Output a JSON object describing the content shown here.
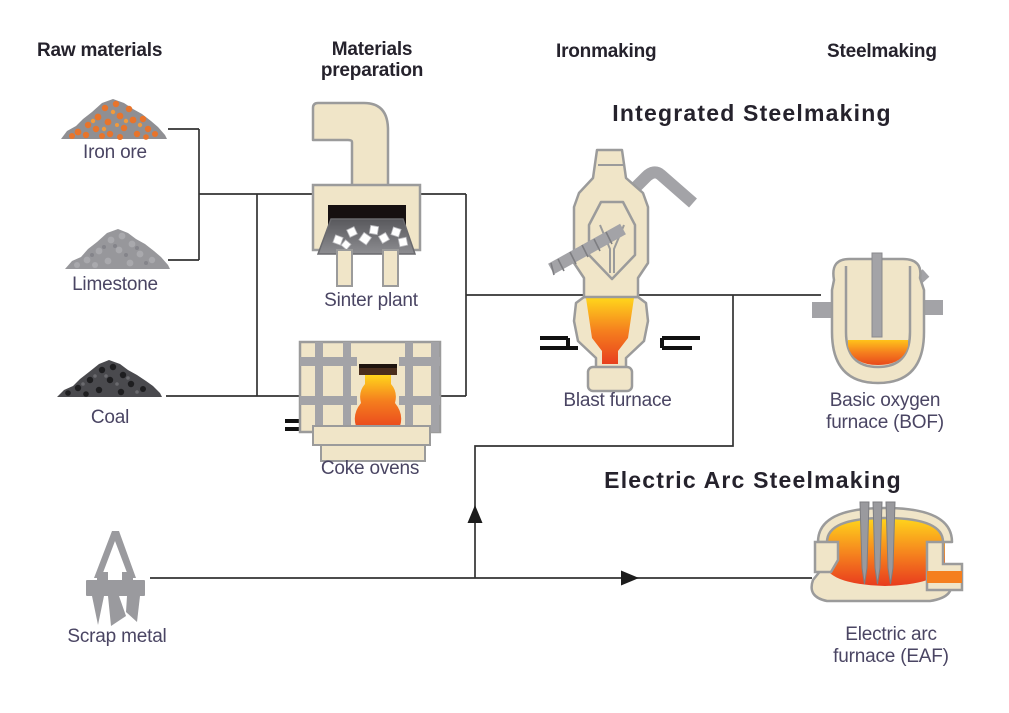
{
  "headers": {
    "raw_materials": "Raw materials",
    "materials_preparation_line1": "Materials",
    "materials_preparation_line2": "preparation",
    "ironmaking": "Ironmaking",
    "steelmaking": "Steelmaking"
  },
  "section_titles": {
    "integrated": "Integrated Steelmaking",
    "electric_arc": "Electric Arc Steelmaking"
  },
  "node_labels": {
    "iron_ore": "Iron ore",
    "limestone": "Limestone",
    "coal": "Coal",
    "scrap_metal": "Scrap metal",
    "sinter_plant": "Sinter plant",
    "coke_ovens": "Coke ovens",
    "blast_furnace": "Blast furnace",
    "bof_line1": "Basic oxygen",
    "bof_line2": "furnace (BOF)",
    "eaf_line1": "Electric arc",
    "eaf_line2": "furnace (EAF)"
  },
  "colors": {
    "background": "#ffffff",
    "connector_line": "#333333",
    "heading_text": "#25222c",
    "label_text": "#4a4563",
    "equipment_cream": "#f0e5c8",
    "equipment_outline": "#9b9b9b",
    "steel_gray": "#a3a3a7",
    "flame_yellow": "#ffd51c",
    "flame_orange": "#f57f1e",
    "flame_red": "#e8401e",
    "ore_orange": "#e8742b",
    "rock_gray": "#929296",
    "coal_dark": "#48484c"
  }
}
